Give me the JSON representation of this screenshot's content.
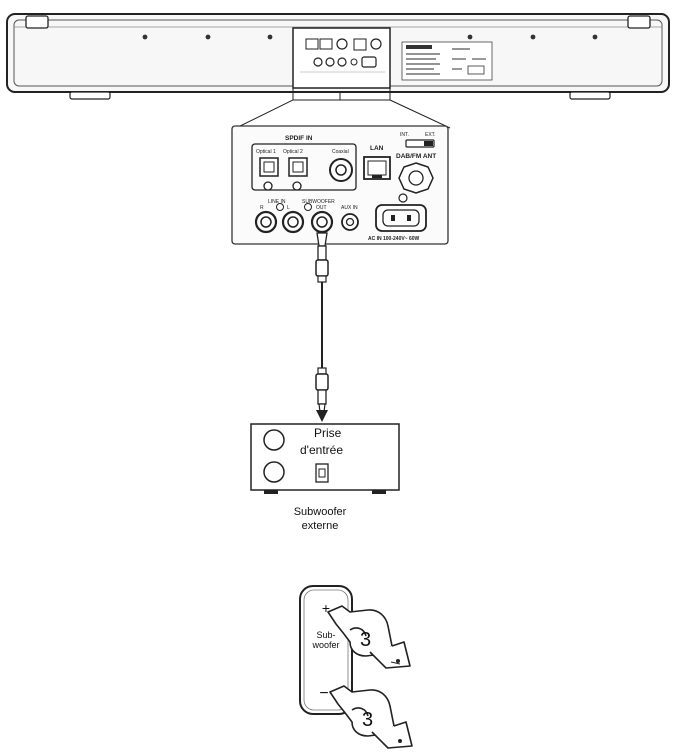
{
  "panel": {
    "spdif_in": "SPDIF IN",
    "optical1": "Optical 1",
    "optical2": "Optical 2",
    "coaxial": "Coaxial",
    "lan": "LAN",
    "int": "INT.",
    "ext": "EXT.",
    "dab_fm_ant": "DAB/FM ANT",
    "line_in": "LINE IN",
    "r": "R",
    "l": "L",
    "subwoofer": "SUBWOOFER",
    "out": "OUT",
    "aux_in": "AUX IN",
    "ac_in": "AC IN 100-240V~ 60W"
  },
  "subwoofer_unit": {
    "input_label_line1": "Prise",
    "input_label_line2": "d'entrée",
    "caption_line1": "Subwoofer",
    "caption_line2": "externe"
  },
  "remote": {
    "plus": "+",
    "minus": "−",
    "label_line1": "Sub-",
    "label_line2": "woofer",
    "step_top": "3",
    "step_bottom": "3"
  }
}
